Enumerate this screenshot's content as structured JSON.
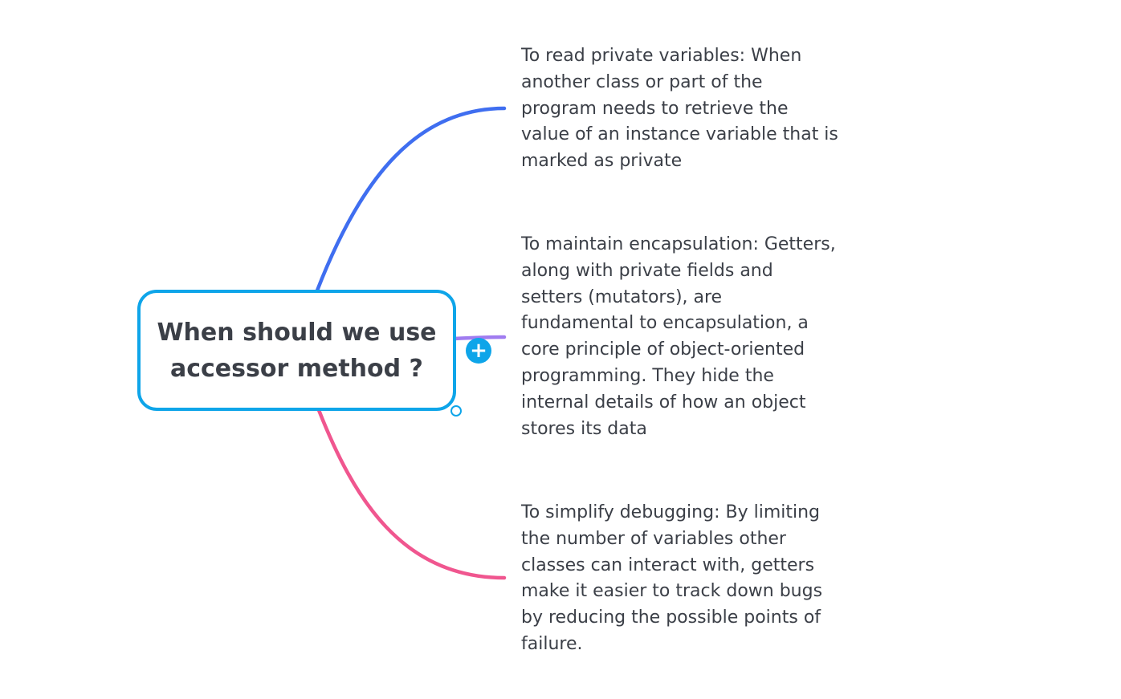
{
  "central_topic": {
    "text": "When should we use\naccessor method ?",
    "border_color": "#0ea5e9"
  },
  "add_button": {
    "symbol": "+",
    "color": "#0ea5e9"
  },
  "subtopics": [
    {
      "text": "To read private variables: When\nanother class or part of the\nprogram needs to retrieve the\nvalue of an instance variable that is\nmarked as private",
      "branch_color": "#3f6ef0"
    },
    {
      "text": "To maintain encapsulation: Getters,\nalong with private fields and\nsetters (mutators), are\nfundamental to encapsulation, a\ncore principle of object-oriented\nprogramming. They hide the\ninternal details of how an object\nstores its data",
      "branch_color": "#a07cf0"
    },
    {
      "text": "To simplify debugging: By limiting\nthe number of variables other\nclasses can interact with, getters\nmake it easier to track down bugs\nby reducing the possible points of\nfailure.",
      "branch_color": "#f0568f"
    }
  ]
}
